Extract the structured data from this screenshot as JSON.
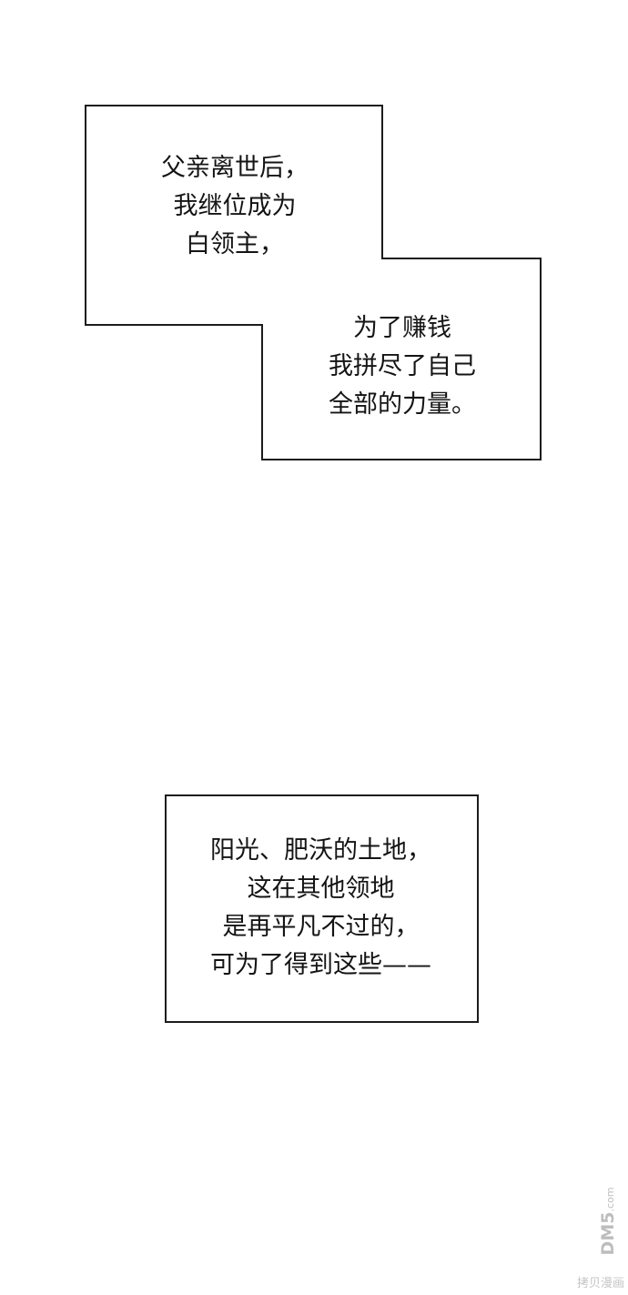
{
  "page": {
    "background": "#ffffff",
    "border_color": "#1c1c1c",
    "text_color": "#141414"
  },
  "narration_box_1": {
    "shape": "merged-two-box-outline",
    "upper_part": {
      "lines": [
        "父亲离世后，",
        "我继位成为",
        "白领主，"
      ]
    },
    "lower_part": {
      "lines": [
        "为了赚钱",
        "我拼尽了自己",
        "全部的力量。"
      ]
    }
  },
  "narration_box_2": {
    "lines": [
      "阳光、肥沃的土地，",
      "这在其他领地",
      "是再平凡不过的，",
      "可为了得到这些——"
    ]
  },
  "watermark": {
    "logo_main": "DM5",
    "logo_suffix": ".com",
    "caption": "拷贝漫画",
    "color": "#bdbdbd"
  }
}
